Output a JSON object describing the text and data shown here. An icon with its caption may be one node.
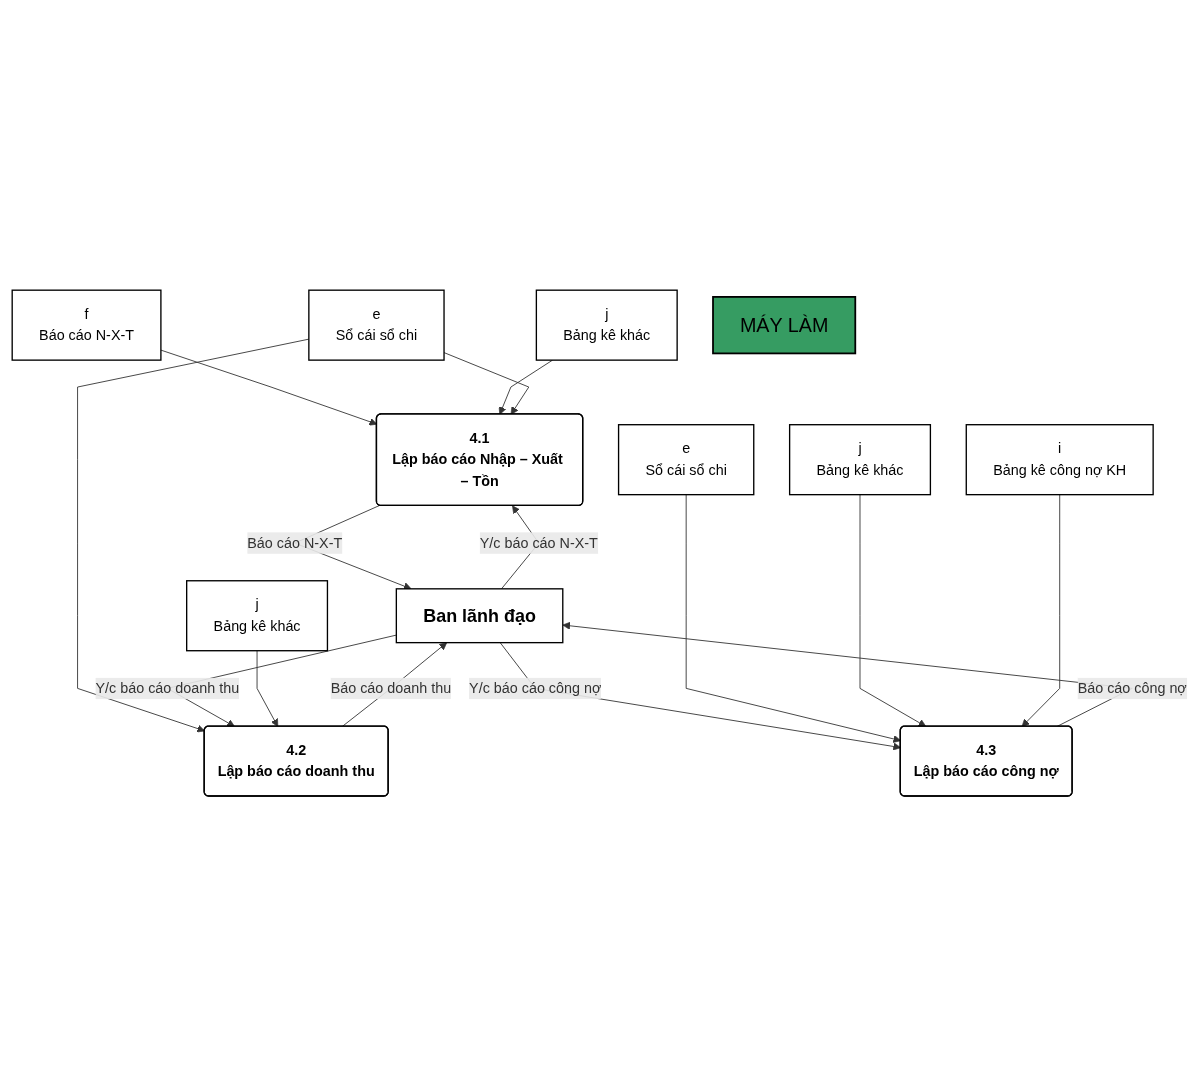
{
  "diagram": {
    "nodes": [
      {
        "text": [
          "f",
          "Báo cáo N-X-T"
        ]
      },
      {
        "text": [
          "j",
          "Bảng kê khác"
        ]
      },
      {
        "text": [
          "MÁY LÀM"
        ]
      },
      {
        "text": [
          "e",
          "Sổ cái  sổ chi"
        ]
      },
      {
        "text": [
          "4.1",
          "Lập báo cáo Nhập – Xuất – Tồn"
        ]
      },
      {
        "text": [
          "j",
          "Bảng kê khác"
        ]
      },
      {
        "text": [
          "Ban lãnh đạo"
        ]
      },
      {
        "text": [
          "4.3",
          "Lập báo cáo công nợ"
        ]
      },
      {
        "text": [
          "e",
          "Sổ cái  sổ chi"
        ]
      },
      {
        "text": [
          "4.2",
          "Lập báo cáo doanh thu"
        ]
      },
      {
        "text": [
          "i",
          "Bảng kê công nợ KH"
        ]
      },
      {
        "text": [
          "j",
          "Bảng kê khác"
        ]
      }
    ],
    "edges": [
      {
        "from": 0,
        "to": 4,
        "arrow": "to"
      },
      {
        "from": 1,
        "to": 4,
        "arrow": "to"
      },
      {
        "from": 6,
        "to": 4,
        "arrow": "to",
        "label": "Y/c báo cáo N-X-T"
      },
      {
        "from": 4,
        "to": 6,
        "arrow": "to",
        "label": "Báo cáo N-X-T"
      },
      {
        "from": 8,
        "to": 4,
        "arrow": "to"
      },
      {
        "from": 8,
        "to": 9,
        "arrow": "to"
      },
      {
        "from": 9,
        "to": 6,
        "arrow": "to",
        "label": "Báo cáo doanh thu"
      },
      {
        "from": 6,
        "to": 9,
        "arrow": "to",
        "label": "Y/c báo cáo doanh thu"
      },
      {
        "from": 11,
        "to": 9,
        "arrow": "to"
      },
      {
        "from": 6,
        "to": 7,
        "arrow": "to",
        "label": "Y/c báo cáo công nợ"
      },
      {
        "from": 7,
        "to": 6,
        "arrow": "to",
        "label": "Báo cáo công nợ"
      },
      {
        "from": 3,
        "to": 7,
        "arrow": "to"
      },
      {
        "from": 5,
        "to": 7,
        "arrow": "to"
      },
      {
        "from": 10,
        "to": 7,
        "arrow": "to"
      }
    ]
  }
}
